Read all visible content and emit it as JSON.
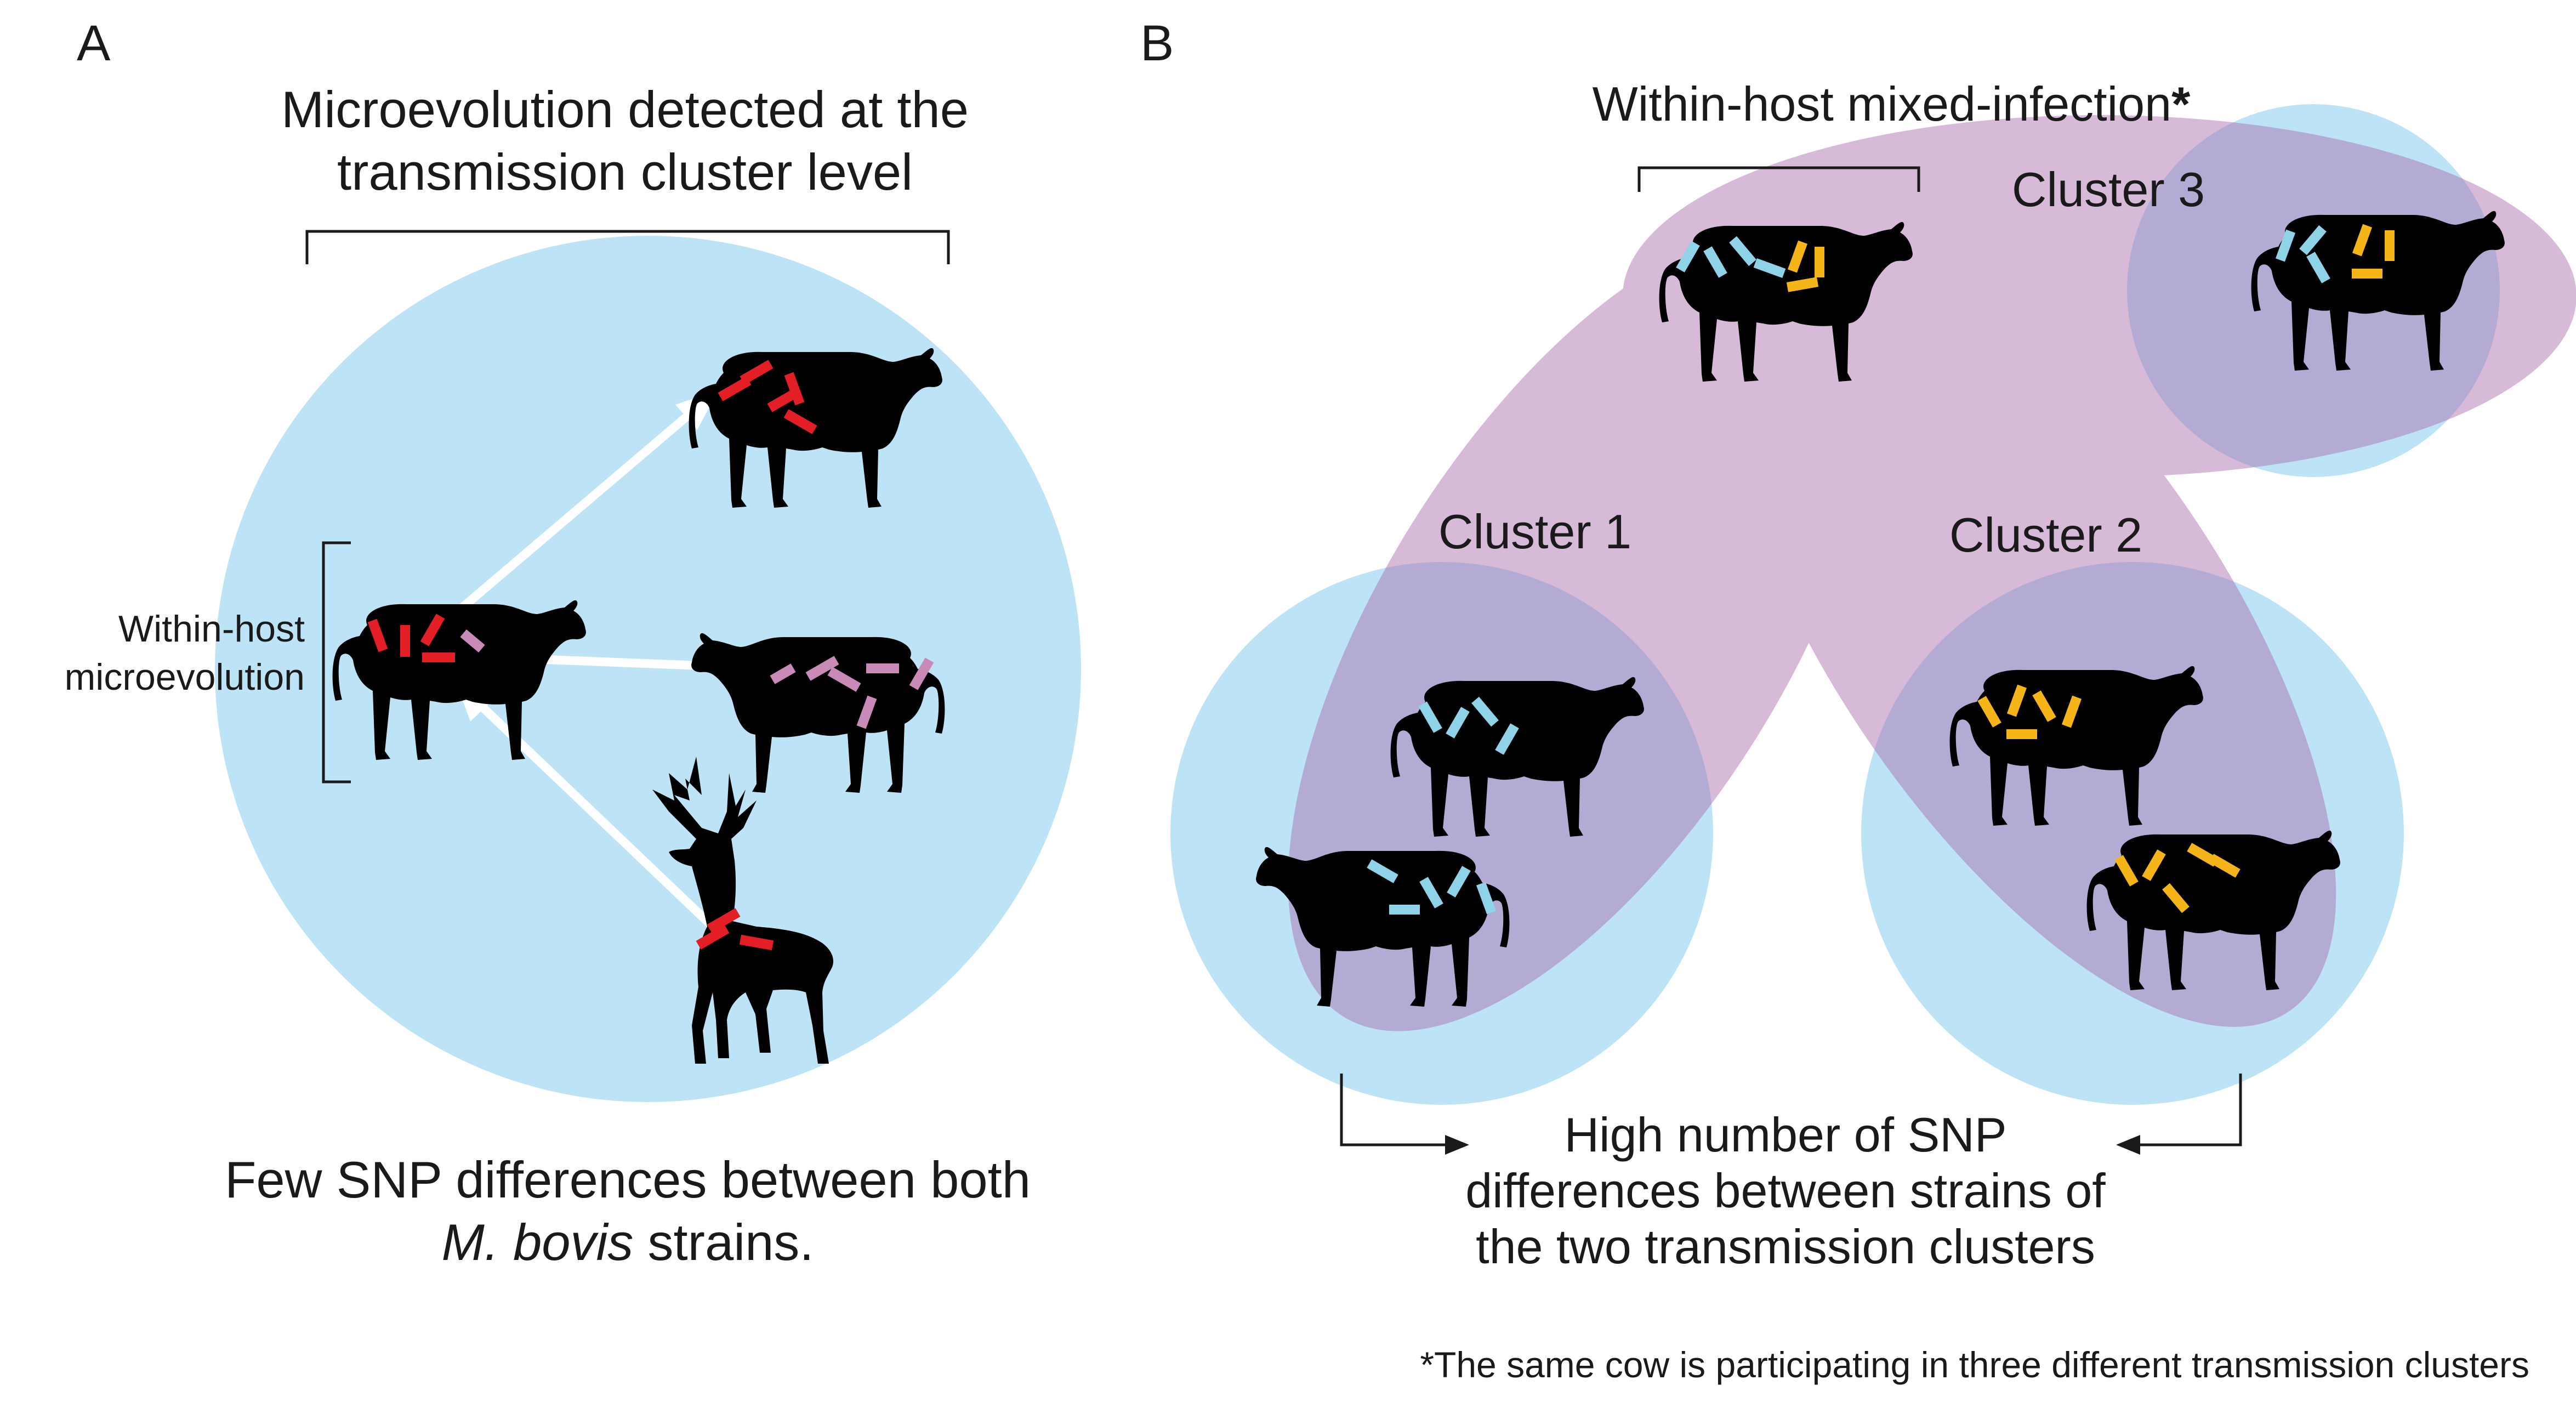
{
  "panel_a": {
    "letter": "A",
    "title_line1": "Microevolution detected at the",
    "title_line2": "transmission cluster level",
    "within_host_line1": "Within-host",
    "within_host_line2": "microevolution",
    "caption_line1": "Few SNP differences between both",
    "caption_line2_italic": "M. bovis",
    "caption_line2_rest": " strains."
  },
  "panel_b": {
    "letter": "B",
    "mixed_infection_label": "Within-host mixed-infection",
    "mixed_infection_mark": "*",
    "cluster1_label": "Cluster 1",
    "cluster2_label": "Cluster 2",
    "cluster3_label": "Cluster 3",
    "caption_line1": "High number of SNP",
    "caption_line2": "differences between strains of",
    "caption_line3": "the two transmission clusters",
    "footnote": "*The same cow is participating in three different transmission clusters"
  },
  "colors": {
    "circle_blue": "#bde3f7",
    "ellipse_purple": "#a868a8",
    "strain_red": "#e41e25",
    "strain_pink": "#c98ab8",
    "strain_cyan": "#8fd3e8",
    "strain_yellow": "#f5b518",
    "animal_silhouette": "#000000",
    "arrow_white": "#ffffff"
  },
  "icons": {
    "cow": "cow-silhouette-icon",
    "deer": "deer-silhouette-icon",
    "strain": "bacterial-strain-bar-icon"
  }
}
